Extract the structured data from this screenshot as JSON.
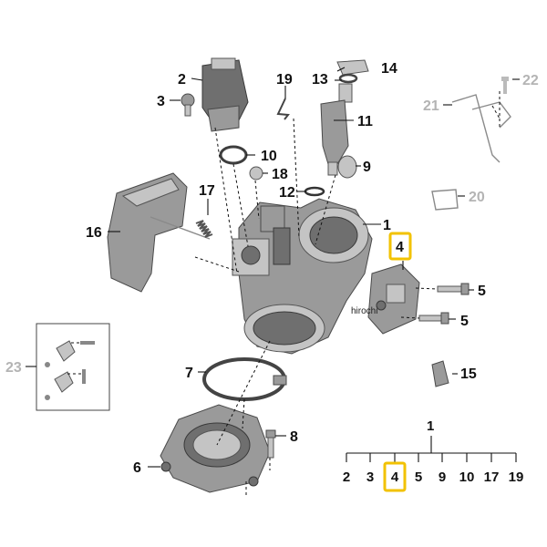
{
  "callouts": {
    "c1": "1",
    "c2": "2",
    "c3": "3",
    "c4": "4",
    "c5a": "5",
    "c5b": "5",
    "c6": "6",
    "c7": "7",
    "c8": "8",
    "c9": "9",
    "c10": "10",
    "c11": "11",
    "c12": "12",
    "c13": "13",
    "c14": "14",
    "c15": "15",
    "c16": "16",
    "c17": "17",
    "c18": "18",
    "c19": "19",
    "c20": "20",
    "c21": "21",
    "c22": "22",
    "c23": "23"
  },
  "tree": {
    "root": "1",
    "items": [
      "2",
      "3",
      "4",
      "5",
      "9",
      "10",
      "17",
      "19"
    ]
  },
  "watermark": "hirochi",
  "colors": {
    "highlight": "#f2c200",
    "greyed": "#b4b4b4",
    "part": "#9a9a9a"
  },
  "highlighted_part": "4"
}
